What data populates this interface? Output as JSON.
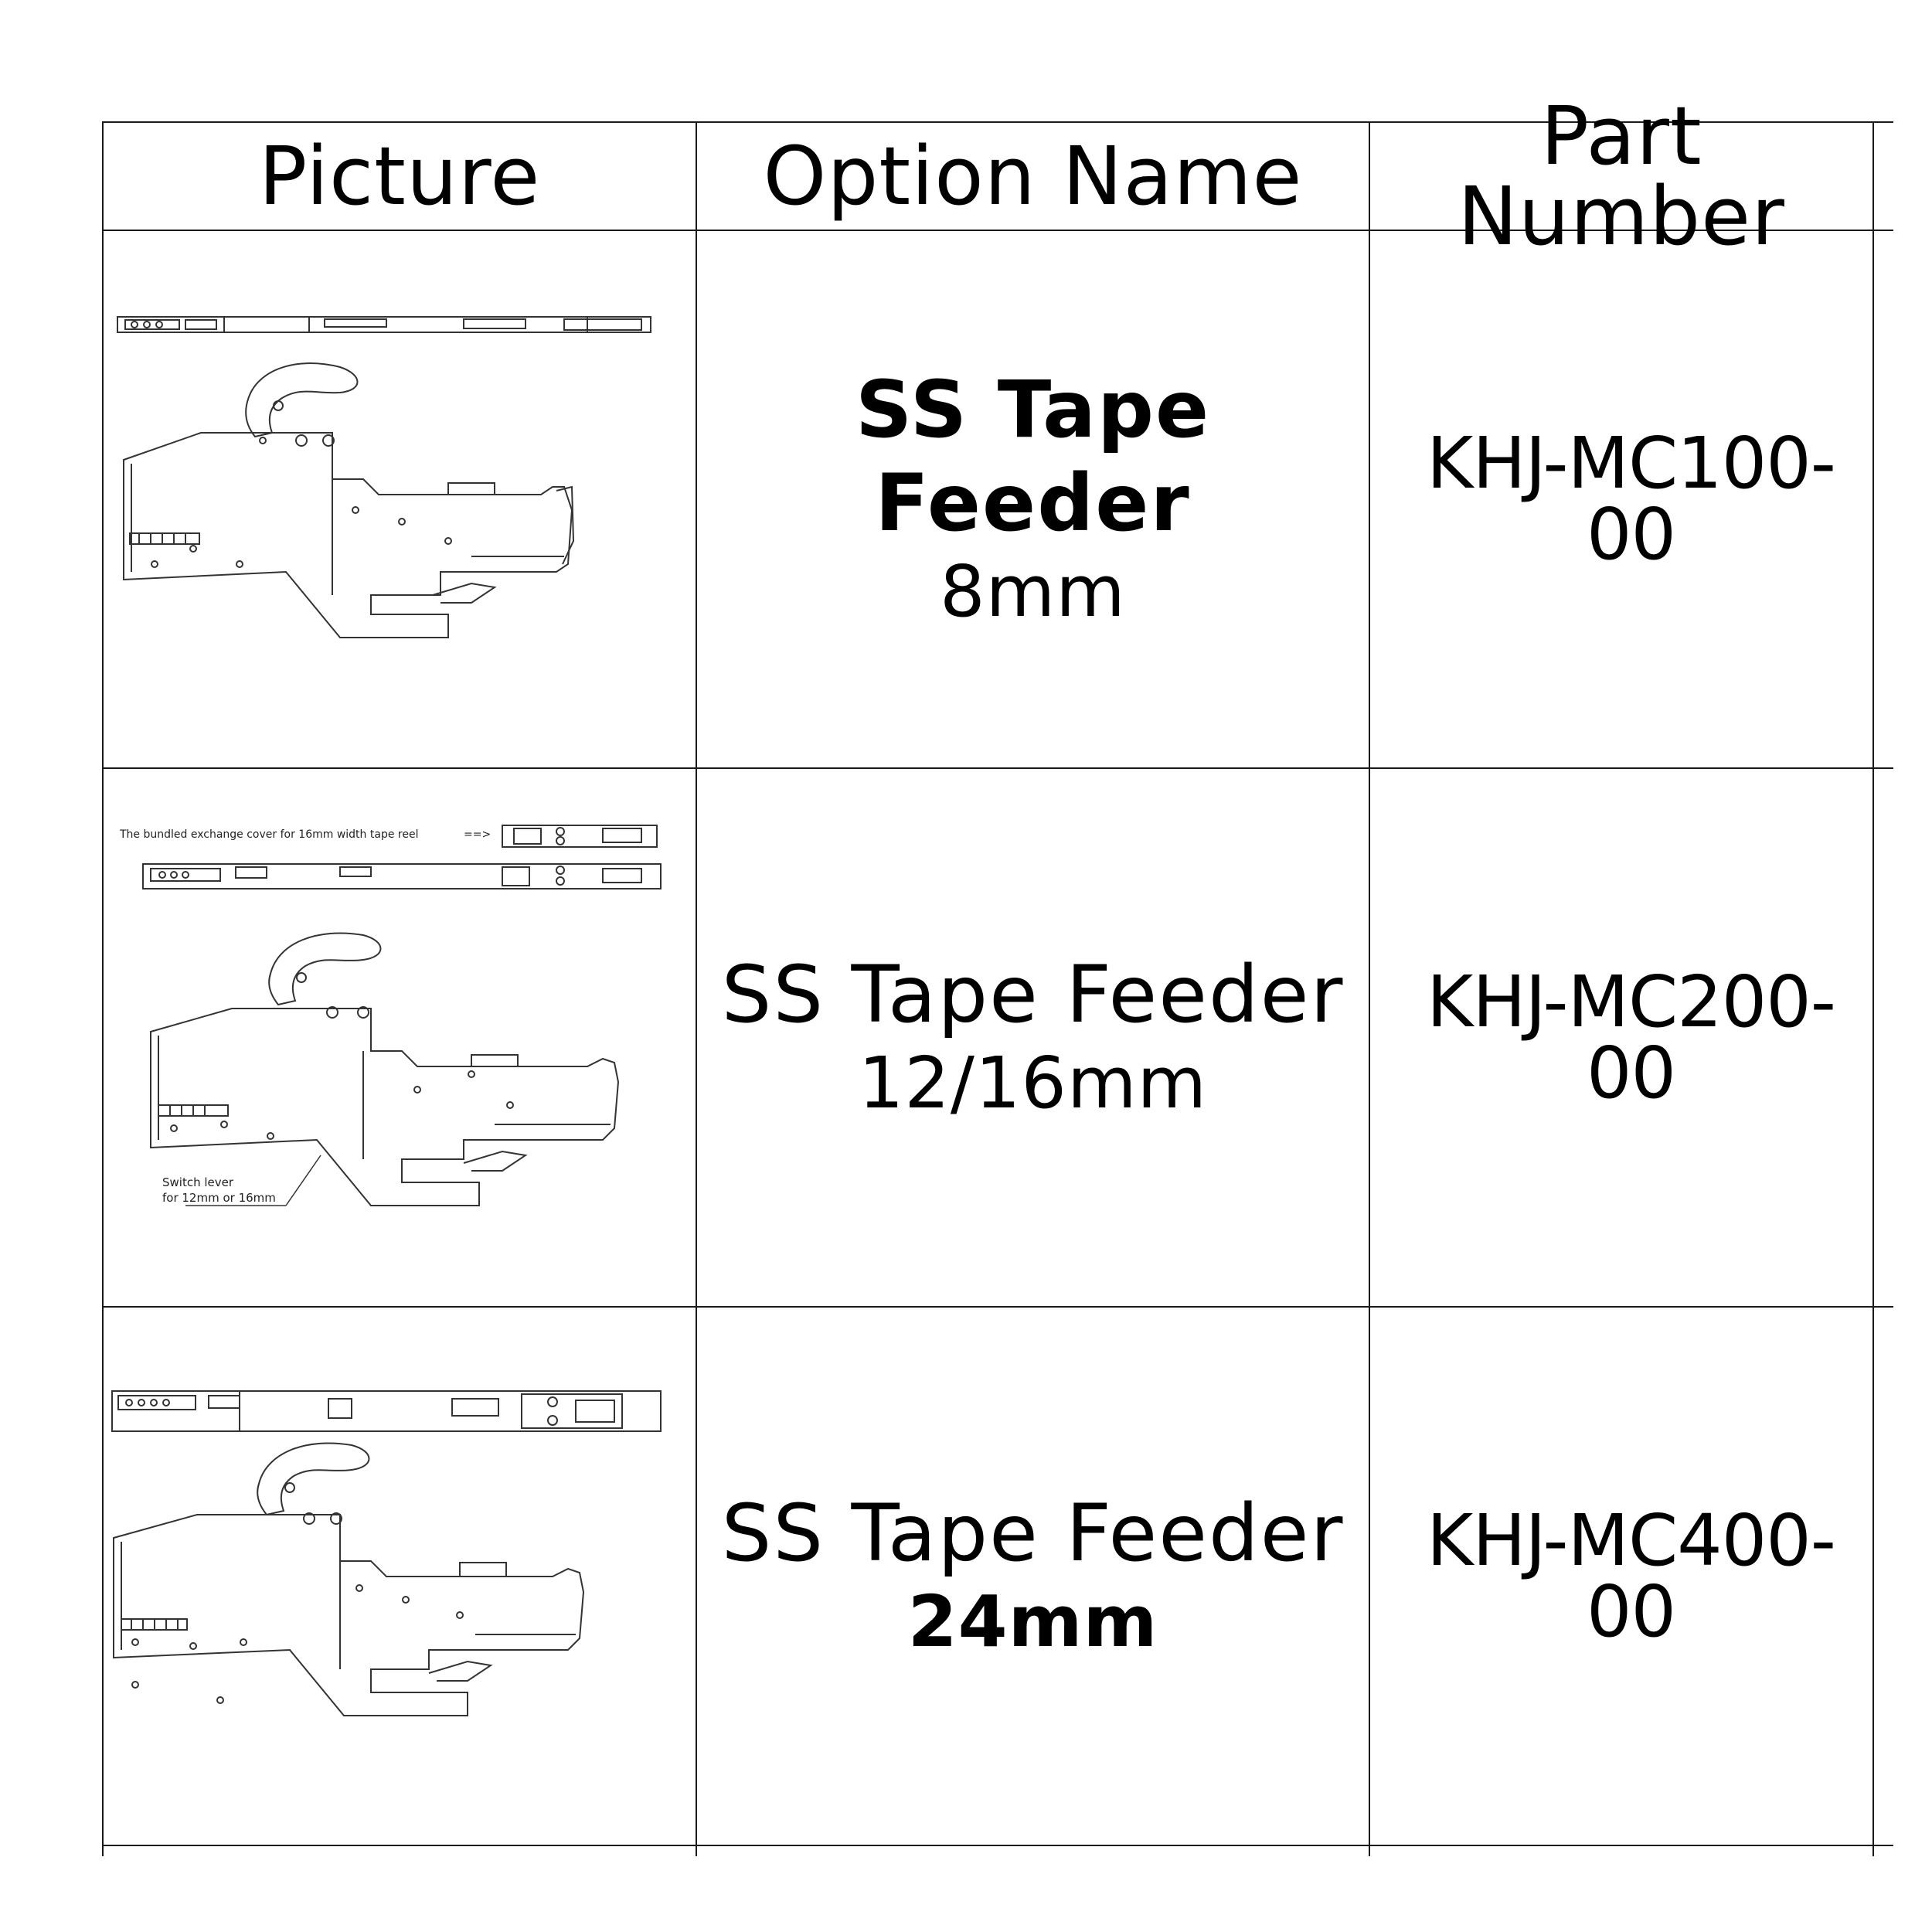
{
  "table": {
    "headers": {
      "picture": "Picture",
      "option_name": "Option Name",
      "part_number": "Part Number"
    },
    "rows": [
      {
        "picture": "SS tape feeder 8mm drawing",
        "option_name_line1": "SS Tape Feeder",
        "option_name_line2": "8mm",
        "part_number": "KHJ-MC100-00",
        "notes": []
      },
      {
        "picture": "SS tape feeder 12/16mm drawing",
        "option_name_line1": "SS Tape Feeder",
        "option_name_line2": "12/16mm",
        "part_number": "KHJ-MC200-00",
        "notes": {
          "cover_note": "The bundled exchange cover for 16mm width tape reel",
          "arrow": "==>",
          "lever_line1": "Switch lever",
          "lever_line2": "for 12mm or 16mm"
        }
      },
      {
        "picture": "SS tape feeder 24mm drawing",
        "option_name_line1": "SS Tape Feeder",
        "option_name_line2": "24mm",
        "part_number": "KHJ-MC400-00",
        "notes": []
      }
    ]
  },
  "colors": {
    "line": "#1a1a1a",
    "background": "#ffffff",
    "text": "#000000"
  }
}
